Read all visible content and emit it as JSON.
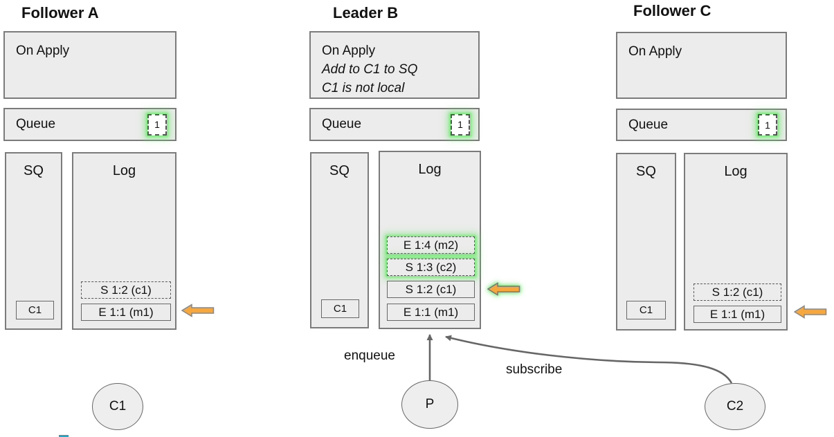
{
  "palette": {
    "box_fill": "#ececec",
    "box_border": "#7b7b7b",
    "glow_green": "#6fe66f",
    "arrow_orange": "#f6a83f",
    "connector_gray": "#666666"
  },
  "columns": [
    {
      "title": "Follower A",
      "on_apply": {
        "lines": [
          "On Apply"
        ]
      },
      "queue": {
        "label": "Queue",
        "badge": "1"
      },
      "sq": {
        "label": "SQ",
        "item": "C1"
      },
      "log": {
        "label": "Log",
        "entries": [
          {
            "text": "S 1:2 (c1)",
            "border": "dashed",
            "glow": false
          },
          {
            "text": "E 1:1 (m1)",
            "border": "solid",
            "glow": false,
            "pointer": "orange-arrow"
          }
        ]
      }
    },
    {
      "title": "Leader B",
      "on_apply": {
        "lines": [
          "On Apply",
          "Add to C1 to SQ",
          "C1 is not local"
        ]
      },
      "queue": {
        "label": "Queue",
        "badge": "1"
      },
      "sq": {
        "label": "SQ",
        "item": "C1"
      },
      "log": {
        "label": "Log",
        "entries": [
          {
            "text": "E 1:4 (m2)",
            "border": "dashed",
            "glow": true
          },
          {
            "text": "S 1:3 (c2)",
            "border": "dashed",
            "glow": true
          },
          {
            "text": "S 1:2 (c1)",
            "border": "solid",
            "glow": false,
            "pointer": "orange-arrow-glow"
          },
          {
            "text": "E 1:1 (m1)",
            "border": "solid",
            "glow": false
          }
        ]
      }
    },
    {
      "title": "Follower C",
      "on_apply": {
        "lines": [
          "On Apply"
        ]
      },
      "queue": {
        "label": "Queue",
        "badge": "1"
      },
      "sq": {
        "label": "SQ",
        "item": "C1"
      },
      "log": {
        "label": "Log",
        "entries": [
          {
            "text": "S 1:2 (c1)",
            "border": "dashed",
            "glow": false
          },
          {
            "text": "E 1:1 (m1)",
            "border": "solid",
            "glow": false,
            "pointer": "orange-arrow"
          }
        ]
      }
    }
  ],
  "actors": [
    {
      "label": "C1"
    },
    {
      "label": "P"
    },
    {
      "label": "C2"
    }
  ],
  "connectors": {
    "enqueue_label": "enqueue",
    "subscribe_label": "subscribe"
  }
}
